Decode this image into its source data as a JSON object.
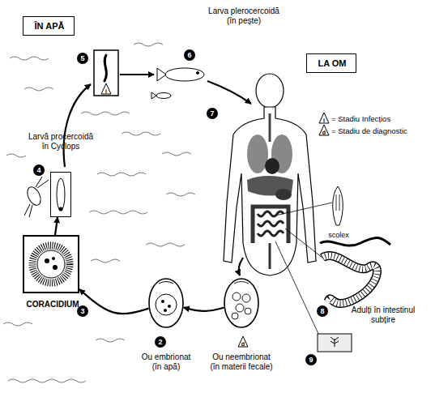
{
  "diagram": {
    "nodes": [
      {
        "text": [
          "ÎN APĂ"
        ]
      },
      {
        "text": [
          "LA OM"
        ]
      },
      {
        "text": [
          "Larvă procercoidă în Cyclops"
        ]
      },
      {
        "text": [
          "CORACIDIUM"
        ]
      },
      {
        "text": [
          "Ou embrionat (în apă)"
        ]
      },
      {
        "text": [
          "Ou neembrionat (în materii fecale)"
        ]
      }
    ],
    "edges": [
      {
        "from": 5,
        "to": 4,
        "arrow": "to"
      },
      {
        "from": 4,
        "to": 3,
        "arrow": "to"
      },
      {
        "from": 3,
        "to": 2,
        "arrow": "to"
      }
    ],
    "labels": [
      "Larva plerocercoidă (în pește)",
      "i",
      "d",
      "5",
      "i",
      "6",
      "7",
      "4",
      "3",
      "scolex",
      "8",
      "Adulți în intestinul subțire",
      "9",
      "2",
      "d"
    ],
    "legend": [
      {
        "text": "= Stadiu Infecțios"
      },
      {
        "text": "= Stadiu de diagnostic"
      }
    ]
  }
}
